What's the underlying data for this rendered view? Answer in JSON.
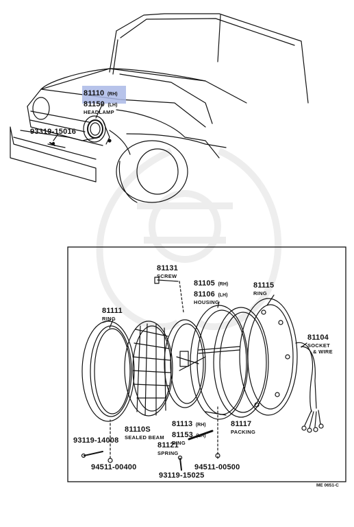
{
  "colors": {
    "line": "#111111",
    "highlight": "#aab8e6",
    "watermark": "#e8e8e8"
  },
  "vehicle": {
    "headlamp": {
      "part_rh": "81110",
      "side_rh": "(RH)",
      "part_lh": "81150",
      "side_lh": "(LH)",
      "name": "HEADLAMP"
    },
    "screw": {
      "part": "93319-15016"
    }
  },
  "exploded": {
    "screw_81131": {
      "part": "81131",
      "name": "SCREW"
    },
    "housing": {
      "part_rh": "81105",
      "side_rh": "(RH)",
      "part_lh": "81106",
      "side_lh": "(LH)",
      "name": "HOUSING"
    },
    "ring_81115": {
      "part": "81115",
      "name": "RING"
    },
    "ring_81111": {
      "part": "81111",
      "name": "RING"
    },
    "socket": {
      "part": "81104",
      "name1": "SOCKET",
      "name2": "& WIRE"
    },
    "sealed_beam": {
      "part": "81110S",
      "name": "SEALED BEAM"
    },
    "ring_81113": {
      "part_rh": "81113",
      "side_rh": "(RH)",
      "part_lh": "81153",
      "side_lh": "(LH)",
      "name": "RING"
    },
    "packing": {
      "part": "81117",
      "name": "PACKING"
    },
    "spring": {
      "part": "81121",
      "name": "SPRING"
    },
    "screw_14008": {
      "part": "93119-14008"
    },
    "nut_00400": {
      "part": "94511-00400"
    },
    "nut_00500": {
      "part": "94511-00500"
    },
    "screw_15025": {
      "part": "93119-15025"
    }
  },
  "figure_code": "ME 0651-C"
}
